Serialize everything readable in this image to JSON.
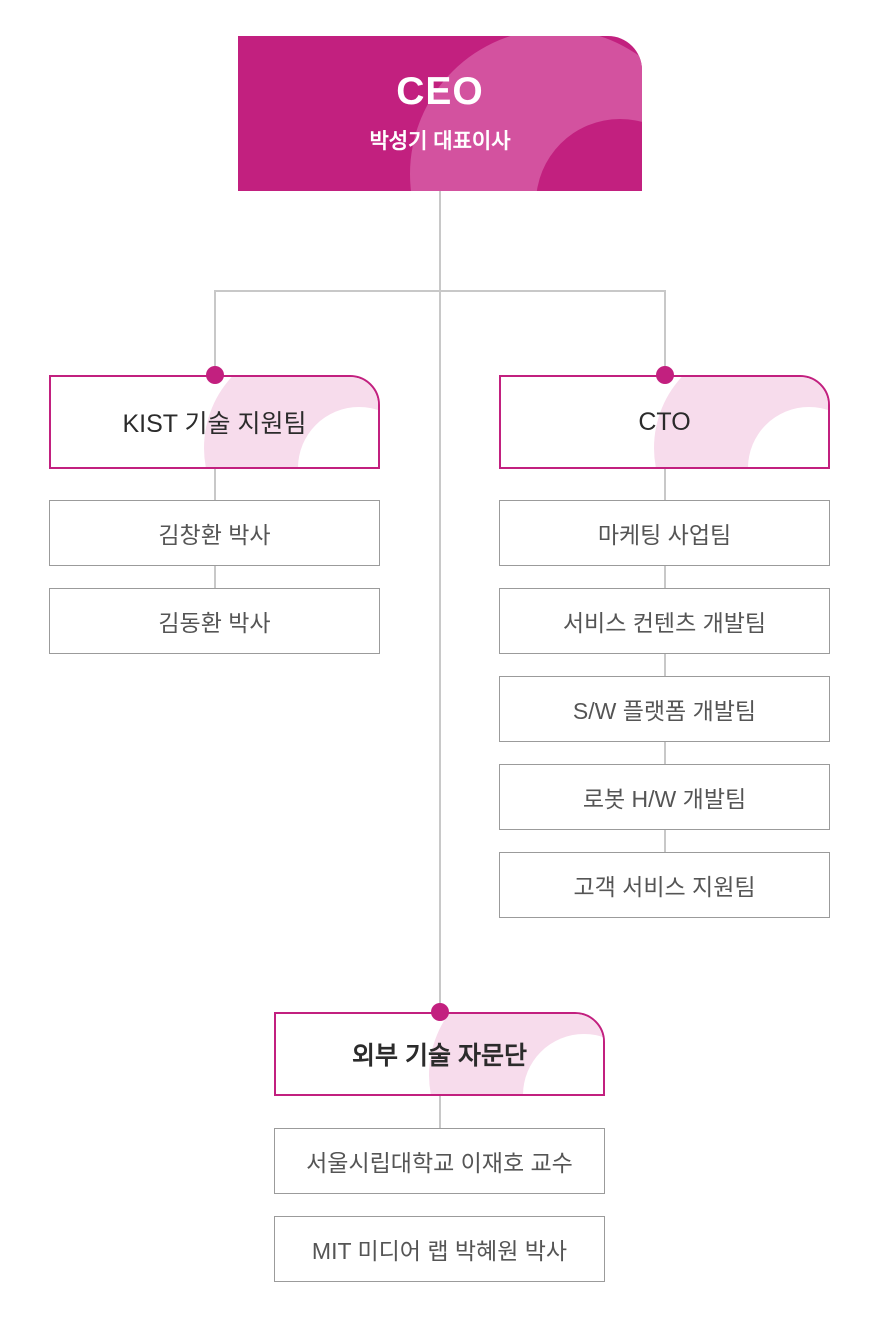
{
  "org_chart": {
    "root": {
      "title": "CEO",
      "subtitle": "박성기 대표이사"
    },
    "branches": [
      {
        "name": "KIST 기술 지원팀",
        "children": [
          {
            "name": "김창환 박사"
          },
          {
            "name": "김동환 박사"
          }
        ]
      },
      {
        "name": "CTO",
        "children": [
          {
            "name": "마케팅 사업팀"
          },
          {
            "name": "서비스 컨텐츠 개발팀"
          },
          {
            "name": "S/W 플랫폼 개발팀"
          },
          {
            "name": "로봇 H/W 개발팀"
          },
          {
            "name": "고객 서비스 지원팀"
          }
        ]
      },
      {
        "name": "외부 기술 자문단",
        "children": [
          {
            "name": "서울시립대학교 이재호 교수"
          },
          {
            "name": "MIT 미디어 랩 박혜원 박사"
          }
        ]
      }
    ],
    "colors": {
      "primary": "#c2207f",
      "primary_light": "#d3529f",
      "deco_pale": "#f7dcec",
      "connector": "#c8c8c8",
      "sub_border": "#9b9b9b",
      "sub_text": "#555555",
      "node_text": "#2b2b2b",
      "background": "#ffffff"
    }
  }
}
